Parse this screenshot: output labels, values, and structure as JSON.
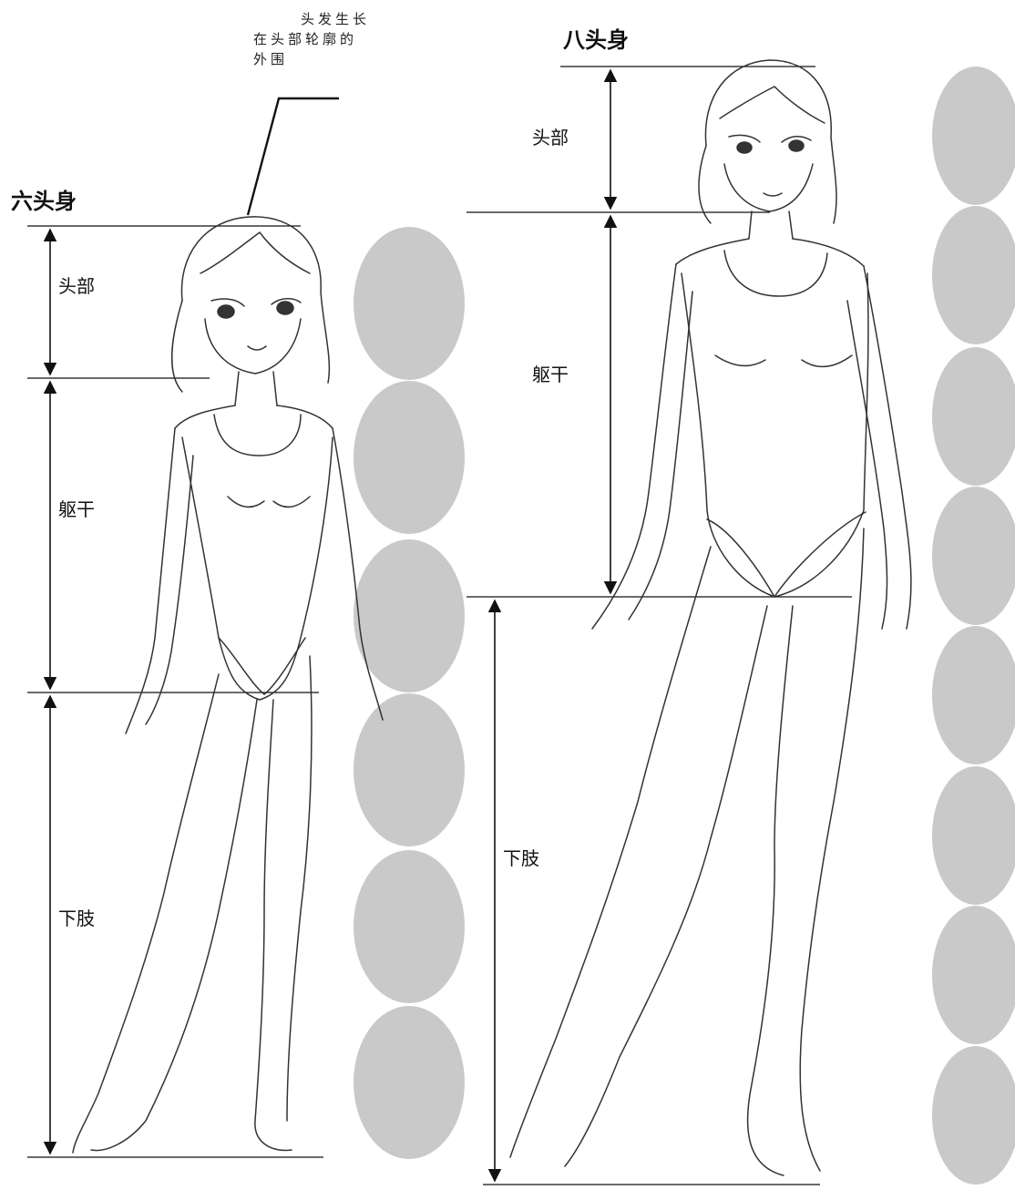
{
  "annotation": [
    "头发生长",
    "在头部轮廓的",
    "外围"
  ],
  "figures": [
    {
      "title": "六头身",
      "head_units": 6,
      "parts": [
        {
          "label": "头部"
        },
        {
          "label": "躯干"
        },
        {
          "label": "下肢"
        }
      ]
    },
    {
      "title": "八头身",
      "head_units": 8,
      "parts": [
        {
          "label": "头部"
        },
        {
          "label": "躯干"
        },
        {
          "label": "下肢"
        }
      ]
    }
  ],
  "colors": {
    "ellipse": "#c9c9c9",
    "line": "#111111"
  }
}
